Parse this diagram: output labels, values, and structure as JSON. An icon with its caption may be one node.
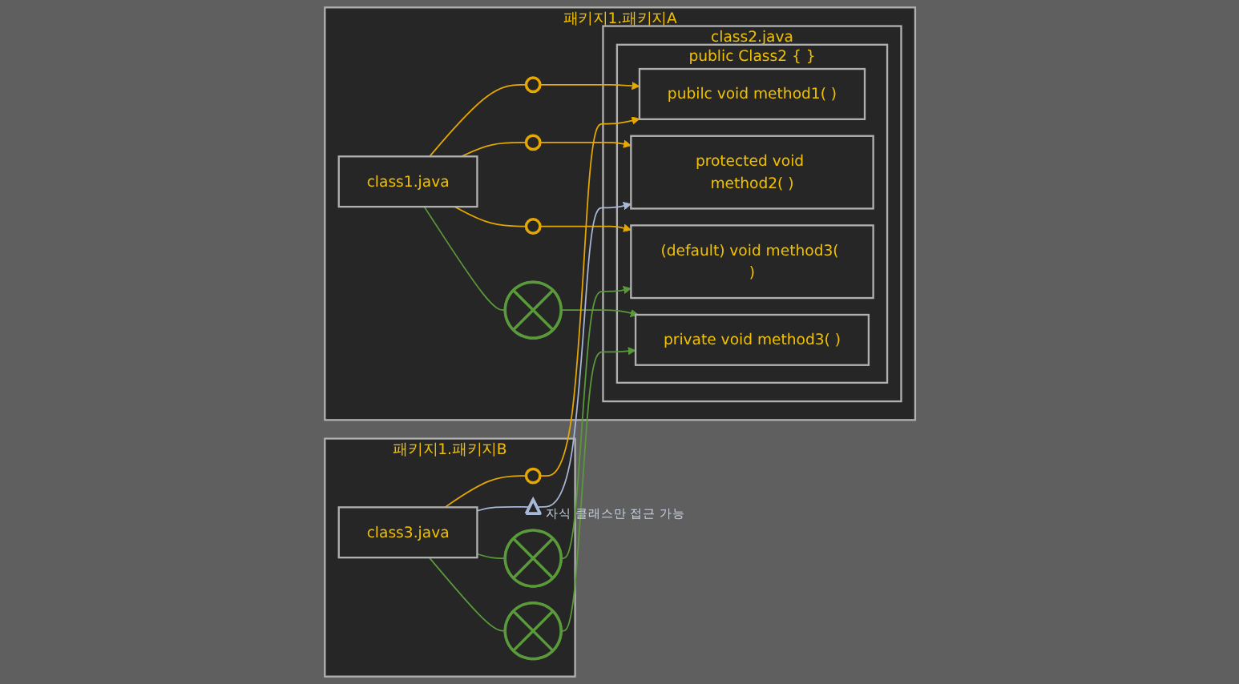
{
  "diagram": {
    "nodes": [
      {
        "text": [
          "패키지1.패키지A"
        ]
      },
      {
        "text": [
          "class1.java"
        ],
        "in": 0
      },
      {
        "text": [
          "class2.java"
        ],
        "in": 0
      },
      {
        "text": [
          "public Class2 { }"
        ],
        "in": 2
      },
      {
        "text": [
          "pubilc void method1( )"
        ],
        "in": 3
      },
      {
        "text": [
          "protected void method2( )"
        ],
        "in": 3
      },
      {
        "text": [
          "(default) void method3( )"
        ],
        "in": 3
      },
      {
        "text": [
          "private void method3( )"
        ],
        "in": 3
      },
      {
        "text": [],
        "shape": "circle",
        "in": 0
      },
      {
        "text": [],
        "shape": "circle",
        "in": 0
      },
      {
        "text": [],
        "shape": "circle",
        "in": 0
      },
      {
        "text": [],
        "shape": "cross",
        "in": 0
      },
      {
        "text": [
          "패키지1.패키지B"
        ]
      },
      {
        "text": [
          "class3.java"
        ],
        "in": 12
      },
      {
        "text": [],
        "shape": "circle",
        "in": 12
      },
      {
        "text": [],
        "shape": "triangle",
        "beside": [
          "자식 클래스만 접근 가능"
        ],
        "in": 12
      },
      {
        "text": [],
        "shape": "cross",
        "in": 12
      },
      {
        "text": [],
        "shape": "cross",
        "in": 12
      }
    ],
    "edges": [
      {
        "from": 1,
        "to": 8,
        "arrow": "none"
      },
      {
        "from": 8,
        "to": 4,
        "arrow": "to"
      },
      {
        "from": 1,
        "to": 9,
        "arrow": "none"
      },
      {
        "from": 9,
        "to": 5,
        "arrow": "to"
      },
      {
        "from": 1,
        "to": 10,
        "arrow": "none"
      },
      {
        "from": 10,
        "to": 6,
        "arrow": "to"
      },
      {
        "from": 1,
        "to": 11,
        "arrow": "none",
        "color": "#5a9a3a"
      },
      {
        "from": 11,
        "to": 7,
        "arrow": "to",
        "color": "#5a9a3a"
      },
      {
        "from": 13,
        "to": 14,
        "arrow": "none"
      },
      {
        "from": 14,
        "to": 4,
        "arrow": "to"
      },
      {
        "from": 13,
        "to": 15,
        "arrow": "none",
        "color": "#a8b8d8"
      },
      {
        "from": 15,
        "to": 5,
        "arrow": "to",
        "color": "#a8b8d8"
      },
      {
        "from": 13,
        "to": 16,
        "arrow": "none",
        "color": "#5a9a3a"
      },
      {
        "from": 16,
        "to": 6,
        "arrow": "to",
        "color": "#5a9a3a"
      },
      {
        "from": 13,
        "to": 17,
        "arrow": "none",
        "color": "#5a9a3a"
      },
      {
        "from": 17,
        "to": 7,
        "arrow": "to",
        "color": "#5a9a3a"
      }
    ]
  }
}
